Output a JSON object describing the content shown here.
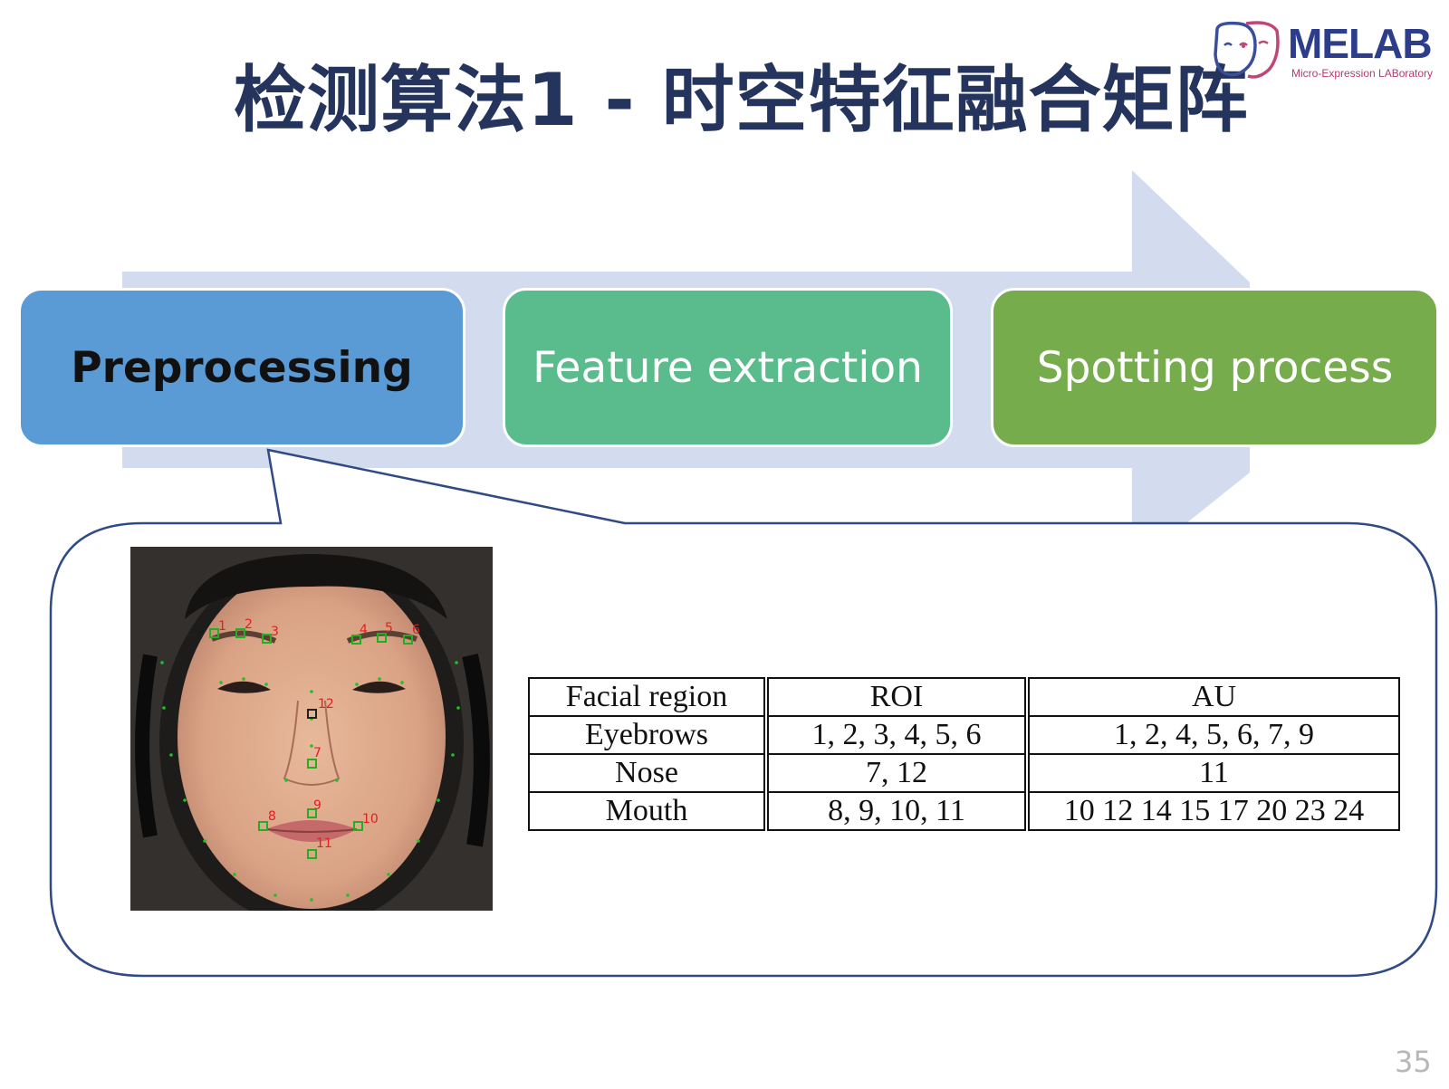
{
  "title": "检测算法1 - 时空特征融合矩阵",
  "logo": {
    "name": "MELAB",
    "subtitle": "Micro-Expression LABoratory",
    "icon": "twin-faces-icon"
  },
  "stages": [
    {
      "label": "Preprocessing",
      "color": "#5b9bd5"
    },
    {
      "label": "Feature extraction",
      "color": "#5abc8c"
    },
    {
      "label": "Spotting process",
      "color": "#76ac4c"
    }
  ],
  "landmarks": [
    "1",
    "2",
    "3",
    "4",
    "5",
    "6",
    "7",
    "8",
    "9",
    "10",
    "11",
    "12"
  ],
  "table": {
    "headers": [
      "Facial region",
      "ROI",
      "AU"
    ],
    "rows": [
      [
        "Eyebrows",
        "1, 2, 3, 4, 5, 6",
        "1, 2, 4, 5, 6, 7, 9"
      ],
      [
        "Nose",
        "7, 12",
        "11"
      ],
      [
        "Mouth",
        "8, 9, 10, 11",
        "10 12 14 15 17 20 23 24"
      ]
    ]
  },
  "page_number": "35",
  "colors": {
    "title": "#24345c",
    "arrow": "#d3dcef",
    "callout_border": "#2f4a85",
    "landmark_label": "#e02020",
    "landmark_box": "#20b020"
  }
}
